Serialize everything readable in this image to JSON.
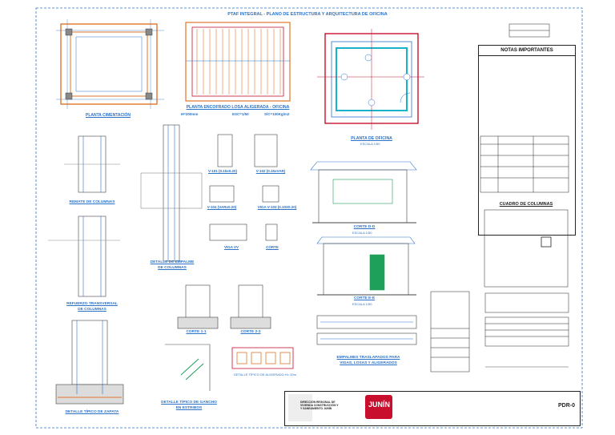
{
  "sheet_title": "PTAF INTEGRAL - PLANO DE ESTRUCTURA Y ARQUITECTURA DE OFICINA",
  "labels": {
    "planta_cimentacion": "PLANTA CIMENTACIÓN",
    "planta_encofrado": "PLANTA ENCOFRADO LOSA ALIGERADA - OFICINA",
    "h": "H=200mm",
    "esc": "ESC=1/50",
    "sc": "S/C=100Kg/m2",
    "planta_oficina": "PLANTA DE OFICINA",
    "escala_50": "ESCALA 1/50",
    "remate": "REMATE DE COLUMNAS",
    "refuerzo_1": "REFUERZO TRANSVERSAL",
    "refuerzo_2": "DE COLUMNAS",
    "detalle_empalme_1": "DETALLE DE EMPALME",
    "detalle_empalme_2": "DE COLUMNAS",
    "v101": "V-101 (0.15x0.20)",
    "v102": "V-102 (0.15xVAR)",
    "v104": "V-104 (VARx0.20)",
    "v103": "VIGA V-103 (0.10X0.20)",
    "viga_vv": "VIGA VV",
    "corte": "CORTE",
    "corte_dd": "CORTE D-D",
    "corte_ee": "CORTE E-E",
    "corte_11": "CORTE 1-1",
    "corte_22": "CORTE 2-2",
    "empalmes_1": "EMPALMES TRASLAPADOS PARA",
    "empalmes_2": "VIGAS, LOSAS Y ALIGERADOS",
    "detalle_zapata": "DETALLE TÍPICO DE ZAPATA",
    "detalle_gancho_1": "DETALLE TÍPICO DE GANCHO",
    "detalle_gancho_2": "EN ESTRIBOS",
    "detalle_aligerado": "DETALLE TÍPICO DE ALIGERADO H=.20m",
    "notas": "NOTAS IMPORTANTES",
    "cuadro": "CUADRO DE COLUMNAS"
  },
  "title_block": {
    "dependencia_1": "DIRECCIÓN REGIONAL DE",
    "dependencia_2": "VIVIENDA CONSTRUCCIÓN Y",
    "dependencia_3": "Y SANEAMIENTO JUNÍN",
    "logo_text": "JUNÍN",
    "lamina": "PDR-0"
  },
  "colors": {
    "blue": "#2a73c9",
    "orange": "#e0762a",
    "red": "#c8102e",
    "green": "#1fa05a",
    "cyan": "#18b3c9"
  }
}
